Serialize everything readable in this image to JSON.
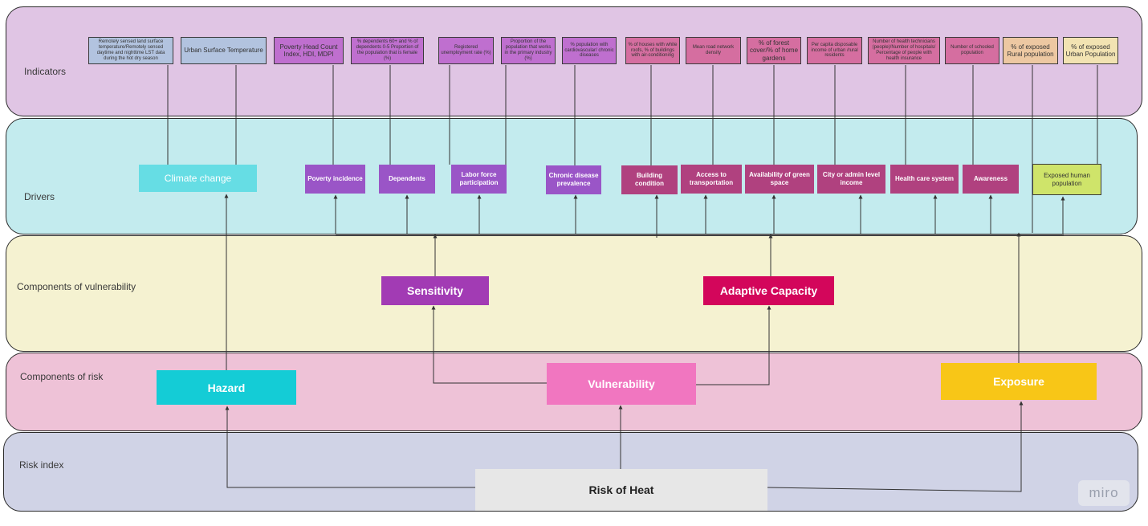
{
  "bands": {
    "indicators": "Indicators",
    "drivers": "Drivers",
    "vulnerability_components": "Components of vulnerability",
    "risk_components": "Components of risk",
    "risk_index": "Risk index"
  },
  "indicators": {
    "lst": "Remotely sensed land surface temperature/Remotely sensed daytime and nighttime LST data during the hot dry season",
    "ust": "Urban Surface Temperature",
    "poverty": "Poverty Head Count Index, HDI, MDPI",
    "dependents": "% dependents 60+ and % of dependents 0-5 Proportion of the population that is female (%)",
    "unemployment": "Registered unemployment rate (%)",
    "primary_industry": "Proportion of the population that works in the primary industry (%)",
    "cardio": "% population with cardiovascular/ chronic diseases",
    "white_roofs": "% of houses with white roofs, % of buildings with air-conditioning",
    "road_density": "Mean road network density",
    "forest": "% of forest cover/% of home gardens",
    "income": "Per capita disposable income of urban /rural residents",
    "health": "Number of health technicians (people)/Number of hospitals/ Percentage of people with health insurance",
    "schooled": "Number of schooled population",
    "rural": "% of exposed Rural population",
    "urban": "% of exposed Urban Population"
  },
  "drivers": {
    "climate": "Climate change",
    "poverty": "Poverty incidence",
    "dependents": "Dependents",
    "labor": "Labor force participation",
    "chronic": "Chronic disease prevalence",
    "building": "Building condition",
    "transport": "Access to transportation",
    "green": "Availability of green space",
    "income": "City or admin level income",
    "health": "Health care system",
    "awareness": "Awareness",
    "exposed": "Exposed human population"
  },
  "components": {
    "sensitivity": "Sensitivity",
    "adaptive": "Adaptive Capacity",
    "hazard": "Hazard",
    "vulnerability": "Vulnerability",
    "exposure": "Exposure",
    "risk": "Risk of Heat"
  },
  "watermark": "miro",
  "colors": {
    "band_indicators": "#e0c5e4",
    "band_drivers": "#c3ebee",
    "band_vulnerability": "#f5f2d1",
    "band_risk": "#eec2d7",
    "band_index": "#d0d3e6",
    "indicator_blue": "#b2c3df",
    "indicator_purple": "#bf6fcf",
    "indicator_pink": "#d56ea0",
    "indicator_orange": "#edc8a2",
    "indicator_yellow": "#f2e3b2",
    "climate": "#66dde4",
    "purple_driver": "#9a55c7",
    "pink_driver": "#b0417f",
    "exposed_driver": "#cfe46a",
    "sensitivity": "#a23bb4",
    "adaptive": "#d3065b",
    "hazard": "#14ccd6",
    "vulnerability": "#f176c0",
    "exposure": "#f8c617",
    "risk": "#e7e7e7"
  }
}
